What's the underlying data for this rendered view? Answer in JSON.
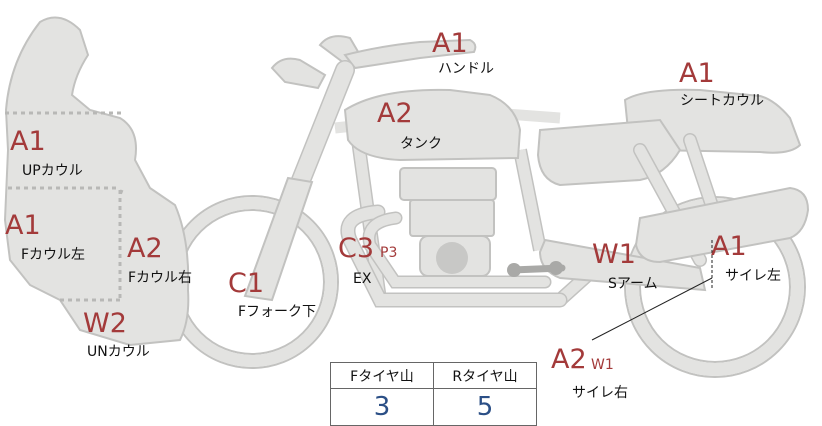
{
  "grades": [
    {
      "name": "handle",
      "grade": "A1",
      "sub": "",
      "label": "ハンドル"
    },
    {
      "name": "seat-cowl",
      "grade": "A1",
      "sub": "",
      "label": "シートカウル"
    },
    {
      "name": "tank",
      "grade": "A2",
      "sub": "",
      "label": "タンク"
    },
    {
      "name": "up-cowl",
      "grade": "A1",
      "sub": "",
      "label": "UPカウル"
    },
    {
      "name": "f-cowl-left",
      "grade": "A1",
      "sub": "",
      "label": "Fカウル左"
    },
    {
      "name": "f-cowl-right",
      "grade": "A2",
      "sub": "",
      "label": "Fカウル右"
    },
    {
      "name": "f-fork-lower",
      "grade": "C1",
      "sub": "",
      "label": "Fフォーク下"
    },
    {
      "name": "exhaust",
      "grade": "C3",
      "sub": "P3",
      "label": "EX"
    },
    {
      "name": "swing-arm",
      "grade": "W1",
      "sub": "",
      "label": "Sアーム"
    },
    {
      "name": "muffler-left",
      "grade": "A1",
      "sub": "",
      "label": "サイレ左"
    },
    {
      "name": "under-cowl",
      "grade": "W2",
      "sub": "",
      "label": "UNカウル"
    },
    {
      "name": "muffler-right",
      "grade": "A2",
      "sub": "W1",
      "label": "サイレ右"
    }
  ],
  "tire_table": {
    "front_header": "Fタイヤ山",
    "rear_header": "Rタイヤ山",
    "front_value": "3",
    "rear_value": "5"
  },
  "colors": {
    "body_fill": "#e3e3e1",
    "body_stroke": "#c4c4c2",
    "grade_text": "#a33a3a",
    "tire_value_text": "#2b4f86"
  }
}
